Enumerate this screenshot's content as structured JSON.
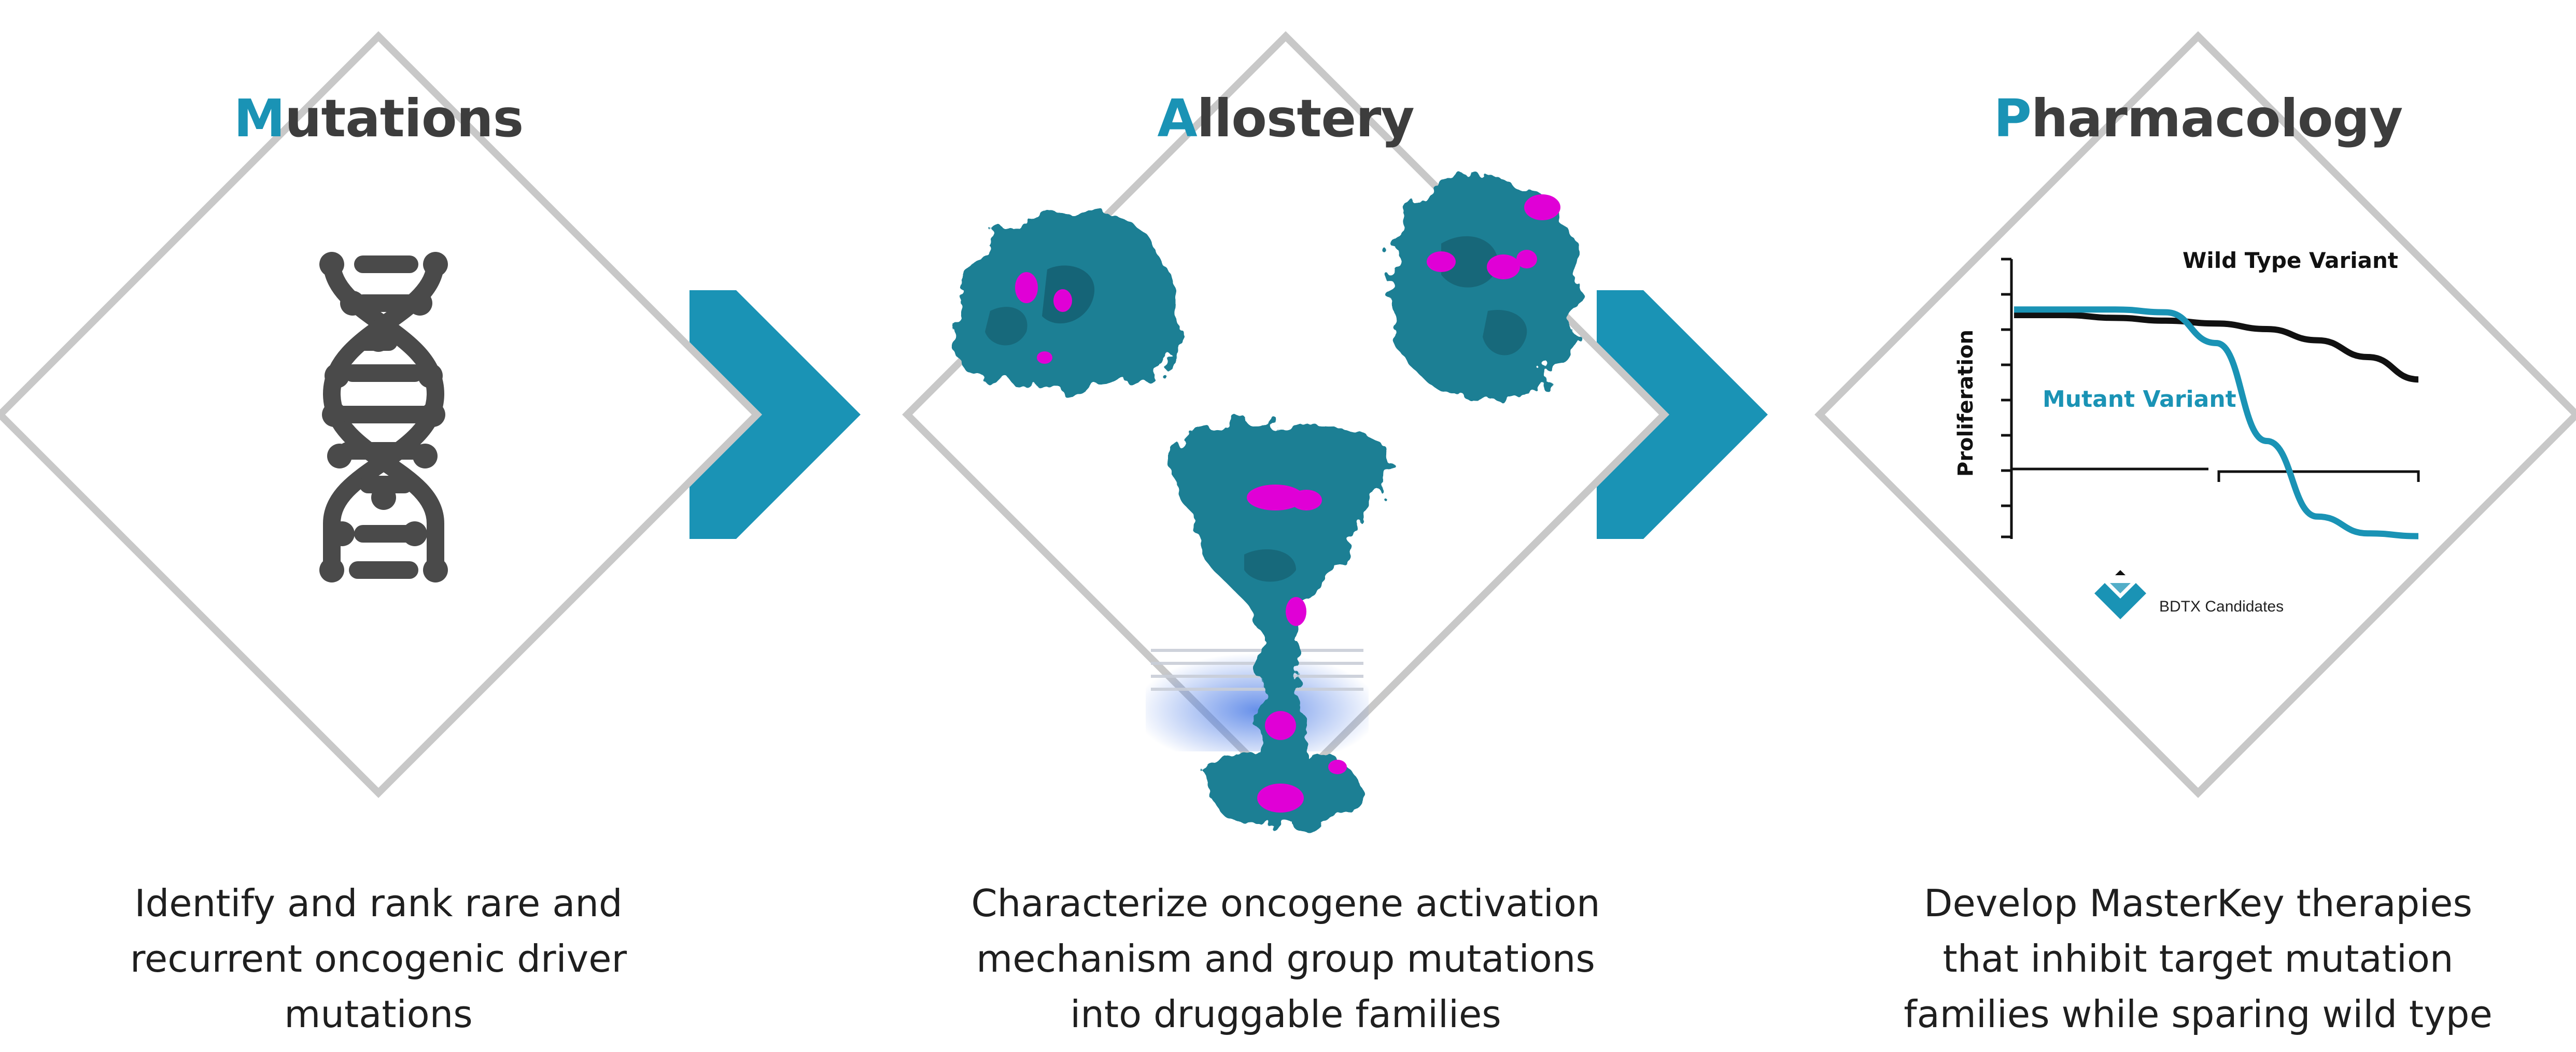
{
  "stages": [
    {
      "title_initial": "M",
      "title_rest": "utations",
      "description": [
        "Identify and rank rare and",
        "recurrent oncogenic driver",
        "mutations"
      ],
      "icon": "dna-double-helix-icon"
    },
    {
      "title_initial": "A",
      "title_rest": "llostery",
      "description": [
        "Characterize oncogene activation",
        "mechanism and group mutations",
        "into druggable families"
      ],
      "icon": "protein-structure-images"
    },
    {
      "title_initial": "P",
      "title_rest": "harmacology",
      "description": [
        "Develop MasterKey therapies",
        "that inhibit target mutation",
        "families while sparing wild type"
      ],
      "icon": "proliferation-chart"
    }
  ],
  "chart": {
    "ylabel": "Proliferation",
    "wild_type_label": "Wild Type Variant",
    "mutant_label": "Mutant Variant",
    "candidates_label": "BDTX Candidates"
  },
  "chart_data": {
    "type": "line",
    "xlabel": "",
    "ylabel": "Proliferation",
    "series": [
      {
        "name": "Wild Type Variant",
        "color": "#111111",
        "y": [
          0.8,
          0.8,
          0.79,
          0.78,
          0.77,
          0.75,
          0.71,
          0.65,
          0.57
        ]
      },
      {
        "name": "Mutant Variant",
        "color": "#1a93b5",
        "y": [
          0.82,
          0.82,
          0.82,
          0.81,
          0.7,
          0.35,
          0.08,
          0.02,
          0.01
        ]
      }
    ],
    "grid": false
  },
  "colors": {
    "accent": "#1a93b5",
    "diamond_border": "#c8c8c8",
    "protein": "#1f7f94",
    "highlight": "#e000d6",
    "dna": "#4a4a4a"
  }
}
